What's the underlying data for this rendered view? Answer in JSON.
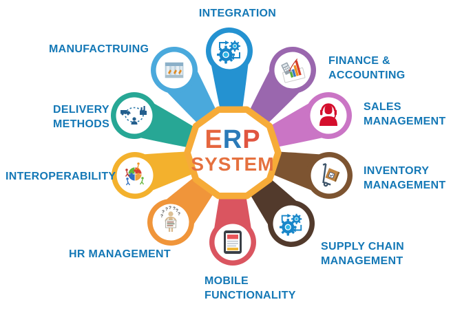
{
  "diagram_title": "ERP SYSTEM",
  "center": {
    "letters": [
      {
        "char": "E",
        "color": "#e5663f"
      },
      {
        "char": "R",
        "color": "#2b7ab8"
      },
      {
        "char": "P",
        "color": "#e05540"
      }
    ],
    "subtitle": "SYSTEM",
    "subtitle_color": "#e5713f",
    "decagon_border_color": "#f6ab38",
    "decagon_fill": "#ffffff"
  },
  "label_color": "#1478b6",
  "modules": [
    {
      "id": "integration",
      "label": "INTEGRATION",
      "color": "#2492d1",
      "icon": "sync-gears-icon"
    },
    {
      "id": "finance-accounting",
      "label": "FINANCE &\nACCOUNTING",
      "color": "#9a67ae",
      "icon": "finance-chart-icon"
    },
    {
      "id": "sales-management",
      "label": "SALES\nMANAGEMENT",
      "color": "#ca75c5",
      "icon": "support-agent-icon"
    },
    {
      "id": "inventory-management",
      "label": "INVENTORY\nMANAGEMENT",
      "color": "#7d5431",
      "icon": "hand-truck-icon"
    },
    {
      "id": "supply-chain-management",
      "label": "SUPPLY CHAIN\nMANAGEMENT",
      "color": "#523a2c",
      "icon": "sync-gears-icon"
    },
    {
      "id": "mobile-functionality",
      "label": "MOBILE\nFUNCTIONALITY",
      "color": "#da5560",
      "icon": "tablet-icon"
    },
    {
      "id": "hr-management",
      "label": "HR MANAGEMENT",
      "color": "#f0953a",
      "icon": "mannequin-sign-icon"
    },
    {
      "id": "interoperability",
      "label": "INTEROPERABILITY",
      "color": "#f3b12d",
      "icon": "puzzle-teamwork-icon"
    },
    {
      "id": "delivery-methods",
      "label": "DELIVERY\nMETHODS",
      "color": "#27a795",
      "icon": "delivery-cycle-icon"
    },
    {
      "id": "manufacturing",
      "label": "MANUFACTRUING",
      "color": "#4aa9dc",
      "icon": "factory-photo-icon"
    }
  ],
  "icons": {
    "question_mark": "?"
  }
}
